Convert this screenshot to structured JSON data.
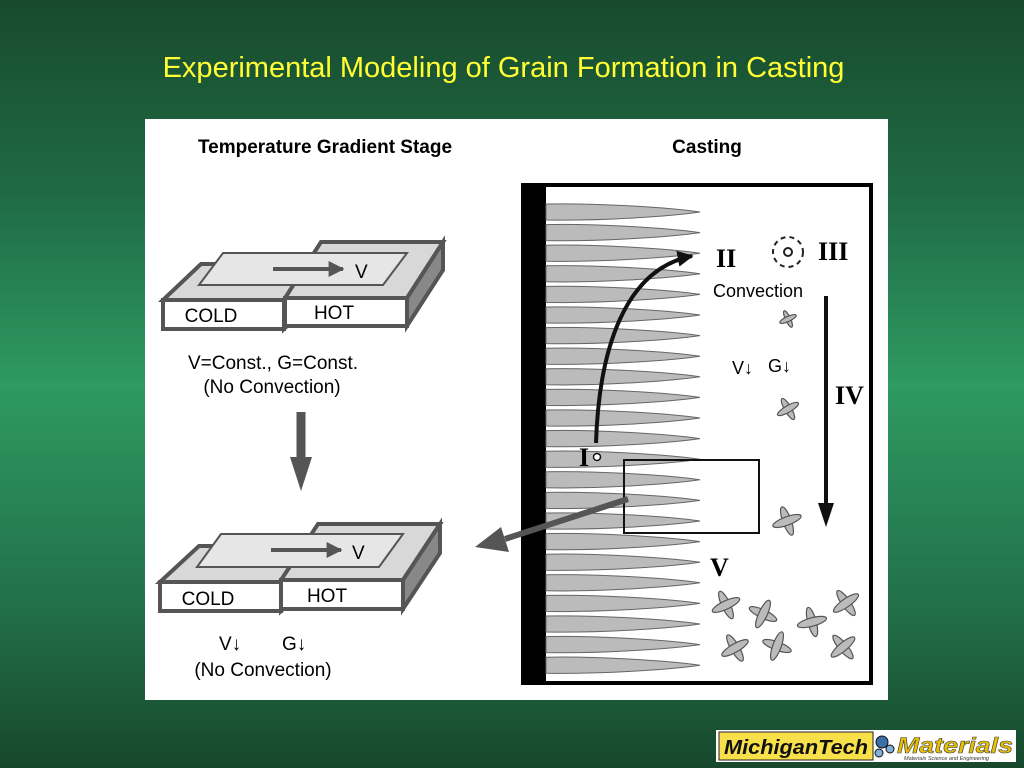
{
  "slide": {
    "title": "Experimental Modeling of Grain Formation in Casting"
  },
  "figure": {
    "left_heading": "Temperature Gradient Stage",
    "right_heading": "Casting",
    "stage_top": {
      "cold_label": "COLD",
      "hot_label": "HOT",
      "velocity_label": "V",
      "condition_line1": "V=Const., G=Const.",
      "condition_line2": "(No Convection)"
    },
    "stage_bottom": {
      "cold_label": "COLD",
      "hot_label": "HOT",
      "velocity_label": "V",
      "v_label": "V↓",
      "g_label": "G↓",
      "condition_line2": "(No Convection)"
    },
    "casting": {
      "region_1": "I",
      "region_2": "II",
      "region_3": "III",
      "region_4": "IV",
      "region_5": "V",
      "convection_label": "Convection",
      "v_label": "V↓",
      "g_label": "G↓"
    }
  },
  "logo": {
    "left_text": "MichiganTech",
    "right_text": "Materials",
    "subtitle": "Materials Science and Engineering"
  },
  "colors": {
    "title": "#ffff33",
    "background": "#2f9a62",
    "diagram_gray": "#555555",
    "dendrite_gray": "#bbbbbb"
  }
}
